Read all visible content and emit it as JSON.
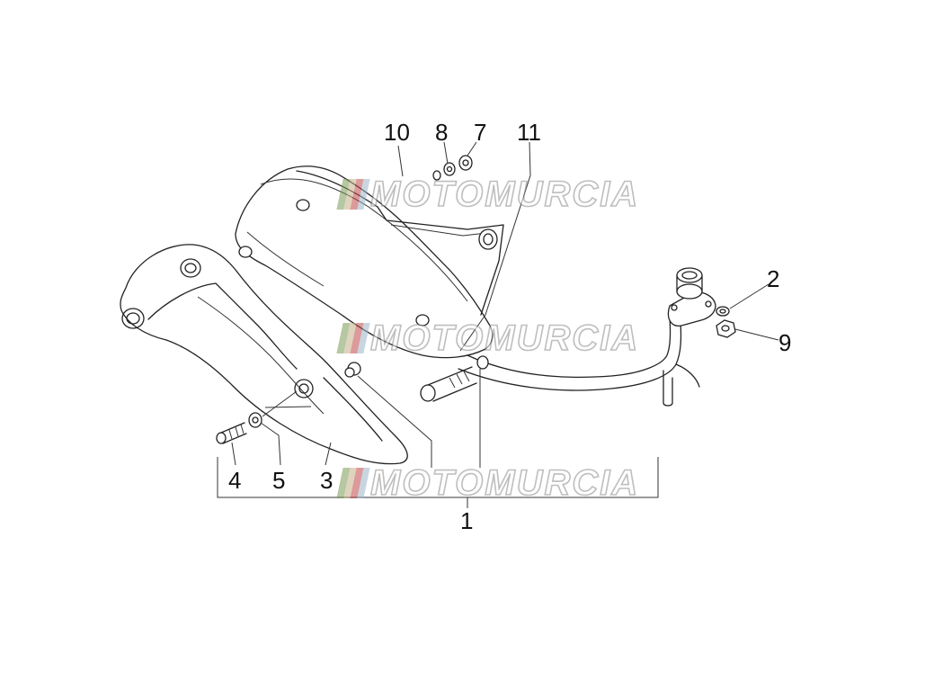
{
  "callouts": {
    "c1": "1",
    "c2": "2",
    "c3": "3",
    "c4": "4",
    "c5": "5",
    "c7": "7",
    "c8": "8",
    "c9": "9",
    "c10": "10",
    "c11": "11"
  },
  "watermark": {
    "text": "MOTOMURCIA",
    "stripe_colors": [
      "#7a9c55",
      "#c7b08a",
      "#c04848",
      "#9bb5c9"
    ],
    "text_stroke_color": "#8a8a8a"
  },
  "colors": {
    "line": "#222222",
    "background": "#ffffff"
  }
}
